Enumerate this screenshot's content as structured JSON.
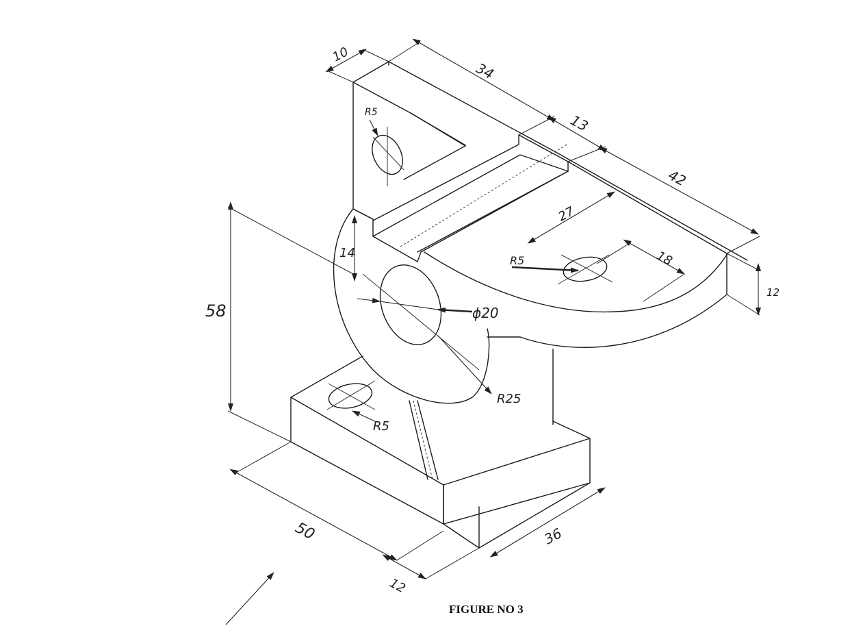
{
  "figure": {
    "caption": "FIGURE NO 3"
  },
  "dimensions": {
    "top_width": "10",
    "top_length_a": "34",
    "groove_width": "13",
    "top_length_b": "42",
    "hole_offset_27": "27",
    "hole_offset_18": "18",
    "plate_thickness": "12",
    "boss_offset": "14",
    "overall_height": "58",
    "bore_diameter": "ϕ20",
    "boss_radius": "R25",
    "top_hole_radius": "R5",
    "plate_hole_radius": "R5",
    "base_hole_radius": "R5",
    "base_length": "50",
    "base_width": "36",
    "base_thickness": "12"
  }
}
